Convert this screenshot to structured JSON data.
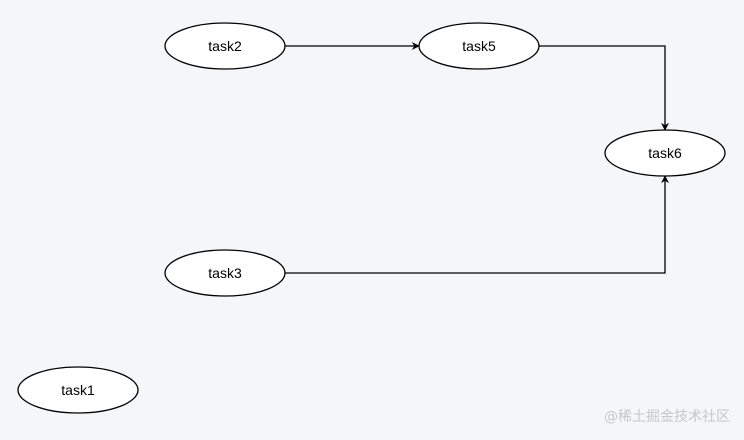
{
  "diagram": {
    "nodes": [
      {
        "id": "task1",
        "label": "task1"
      },
      {
        "id": "task2",
        "label": "task2"
      },
      {
        "id": "task3",
        "label": "task3"
      },
      {
        "id": "task5",
        "label": "task5"
      },
      {
        "id": "task6",
        "label": "task6"
      }
    ],
    "edges": [
      {
        "from": "task2",
        "to": "task5"
      },
      {
        "from": "task5",
        "to": "task6"
      },
      {
        "from": "task3",
        "to": "task6"
      }
    ]
  },
  "watermark": "@稀土掘金技术社区"
}
